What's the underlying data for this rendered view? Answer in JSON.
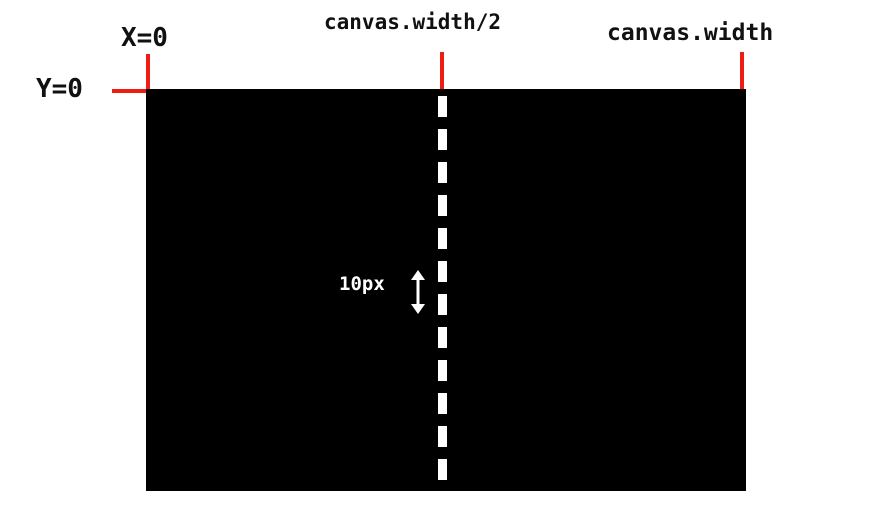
{
  "labels": {
    "x_origin": "X=0",
    "y_origin": "Y=0",
    "half_width": "canvas.width/2",
    "full_width": "canvas.width",
    "dash_size": "10px"
  },
  "colors": {
    "canvas": "#000000",
    "marker": "#ee1d12",
    "dash": "#ffffff",
    "text": "#111111"
  },
  "icons": {
    "dash_measure": "double-headed-vertical-arrow"
  }
}
